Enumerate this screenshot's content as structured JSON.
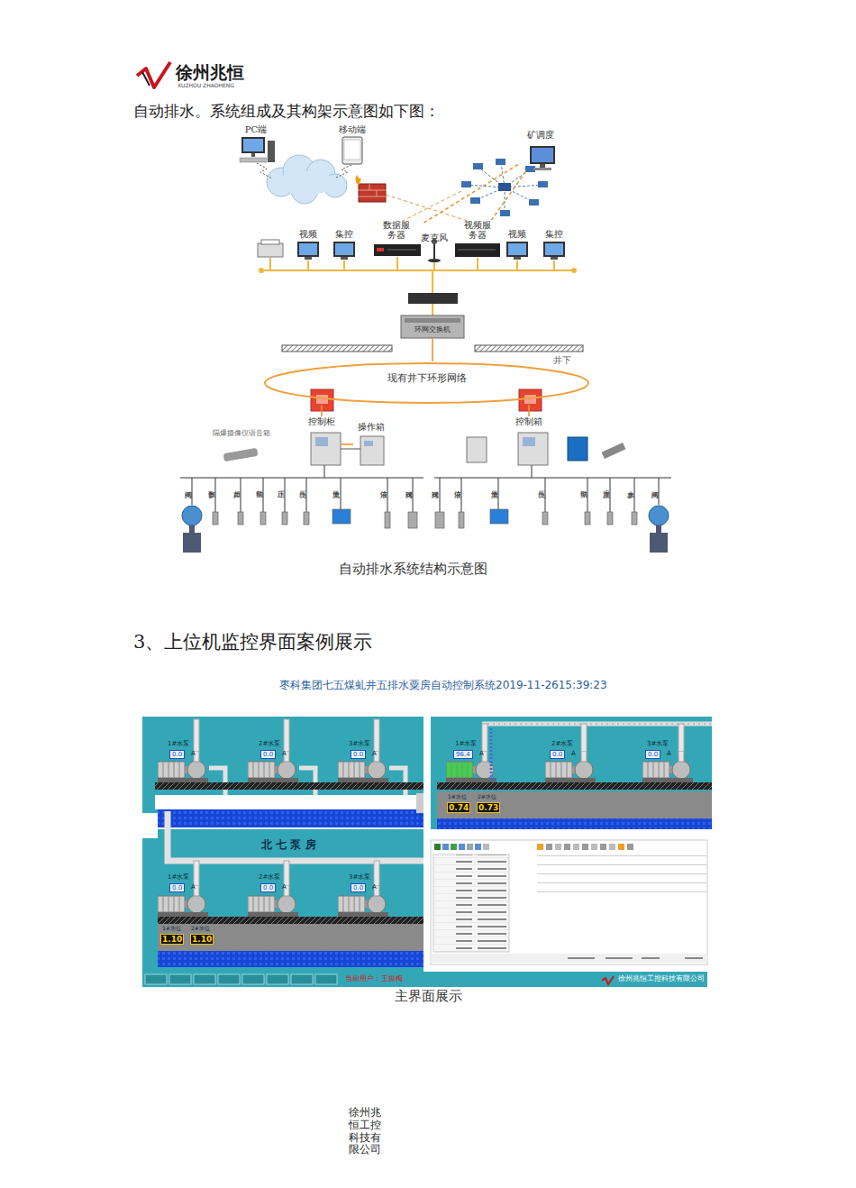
{
  "diagram": {
    "caption": "自动排水系统结构示意图",
    "nodes": [
      {
        "text": [
          "PC端"
        ]
      },
      {
        "text": [
          "移动端"
        ]
      },
      {
        "text": [
          "矿调度"
        ]
      },
      {
        "text": [
          "视频"
        ]
      },
      {
        "text": [
          "集控"
        ]
      },
      {
        "text": [
          "数据服务器"
        ]
      },
      {
        "text": [
          "麦克风"
        ]
      },
      {
        "text": [
          "视频服务器"
        ]
      },
      {
        "text": [
          "视频"
        ]
      },
      {
        "text": [
          "集控"
        ]
      },
      {
        "text": [
          "环网交换机"
        ]
      },
      {
        "text": [
          "现有井下环形网络"
        ]
      },
      {
        "text": [
          "控制柜"
        ]
      },
      {
        "text": [
          "操作箱"
        ]
      },
      {
        "text": [
          "控制箱"
        ]
      }
    ],
    "edges": [
      {
        "from": 2,
        "to": 5,
        "arrow": "none"
      },
      {
        "from": 2,
        "to": 7,
        "arrow": "none"
      },
      {
        "from": 10,
        "to": 11,
        "arrow": "none"
      },
      {
        "from": 11,
        "to": 12,
        "arrow": "none"
      },
      {
        "from": 11,
        "to": 14,
        "arrow": "none"
      },
      {
        "from": 12,
        "to": 13,
        "arrow": "none"
      }
    ],
    "labels": [
      "徐州兆恒",
      "XUZHOU ZHAOHENG",
      "自动排水。系统组成及其构架示意图如下图：",
      "隔爆摄像仪语音箱",
      "井下",
      "闸阀",
      "参数",
      "超声",
      "振动",
      "正压",
      "负压",
      "流量",
      "液位",
      "球阀",
      "球阀",
      "液位",
      "流量",
      "负压",
      "振动",
      "温度",
      "水参",
      "闸阀",
      "3、上位机监控界面案例展示",
      "枣科集团七五煤虬井五排水粟房自动控制系统2019-11-2615:39:23",
      "1#水泵",
      "2#水泵",
      "3#水泵",
      "0.0",
      "0.0",
      "0.0",
      "1#水泵",
      "2#水泵",
      "3#水泵",
      "96.4",
      "0.0",
      "0.0",
      "A",
      "A",
      "A",
      "A",
      "A",
      "A",
      "1#水位",
      "2#水位",
      "0.74",
      "0.73",
      "北 七 泵 房",
      "1#水泵",
      "2#水泵",
      "3#水泵",
      "0.0",
      "0.0",
      "0.0",
      "A",
      "A",
      "A",
      "1#水位",
      "2#水位",
      "1.10",
      "1.10",
      "当前用户：王振梅",
      "徐州兆恒工控科技有限公司",
      "主界面展示",
      "徐州兆恒工控科技有限公司"
    ]
  }
}
